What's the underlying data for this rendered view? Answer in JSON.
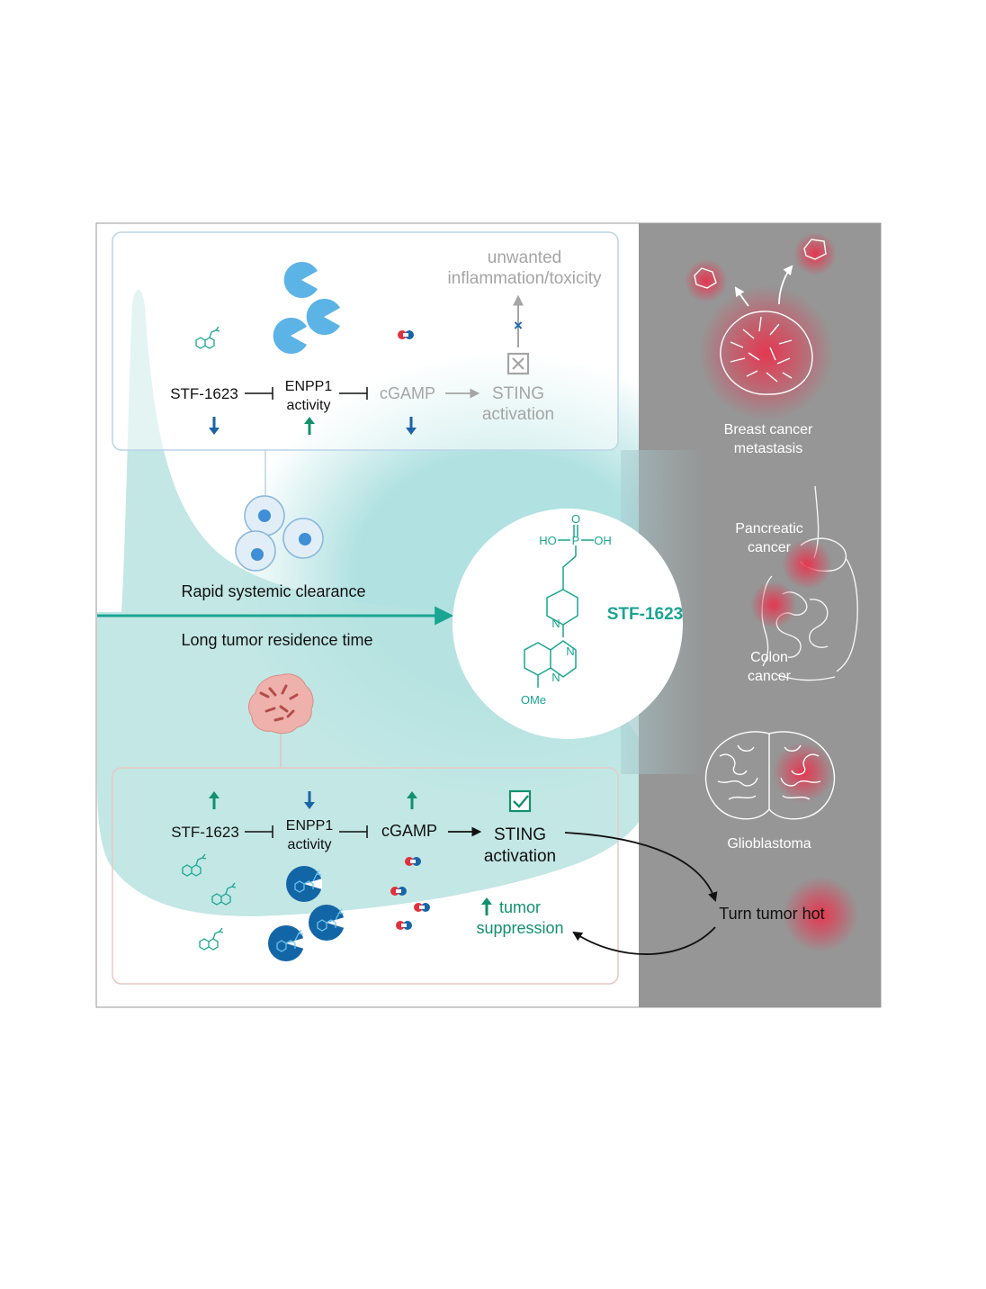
{
  "top_panel": {
    "stf": "STF-1623",
    "enpp1_line1": "ENPP1",
    "enpp1_line2": "activity",
    "cgamp": "cGAMP",
    "sting_line1": "STING",
    "sting_line2": "activation",
    "outcome_line1": "unwanted",
    "outcome_line2": "inflammation/toxicity"
  },
  "middle": {
    "clearance": "Rapid systemic clearance",
    "residence": "Long tumor residence time"
  },
  "compound": {
    "name": "STF-1623",
    "atom_o": "O",
    "atom_p": "P",
    "atom_ho": "HO",
    "atom_oh": "OH",
    "atom_n1": "N",
    "atom_n2": "N",
    "atom_n3": "N",
    "atom_ome": "OMe"
  },
  "bottom_panel": {
    "stf": "STF-1623",
    "enpp1_line1": "ENPP1",
    "enpp1_line2": "activity",
    "cgamp": "cGAMP",
    "sting_line1": "STING",
    "sting_line2": "activation",
    "suppression_line1": "tumor",
    "suppression_line2": "suppression"
  },
  "right_panel": {
    "breast_line1": "Breast cancer",
    "breast_line2": "metastasis",
    "pancreatic_line1": "Pancreatic",
    "pancreatic_line2": "cancer",
    "colon_line1": "Colon",
    "colon_line2": "cancer",
    "glioblastoma": "Glioblastoma",
    "turn_hot": "Turn tumor hot"
  },
  "colors": {
    "teal": "#1aa592",
    "teal_fill": "#b7e3e1",
    "blue_arrow": "#1a64a8",
    "green_arrow": "#13916f",
    "grey_panel": "#969696",
    "enzyme_light": "#5cb3e6",
    "enzyme_dark": "#1366a6",
    "red_glow": "#e8334d"
  }
}
